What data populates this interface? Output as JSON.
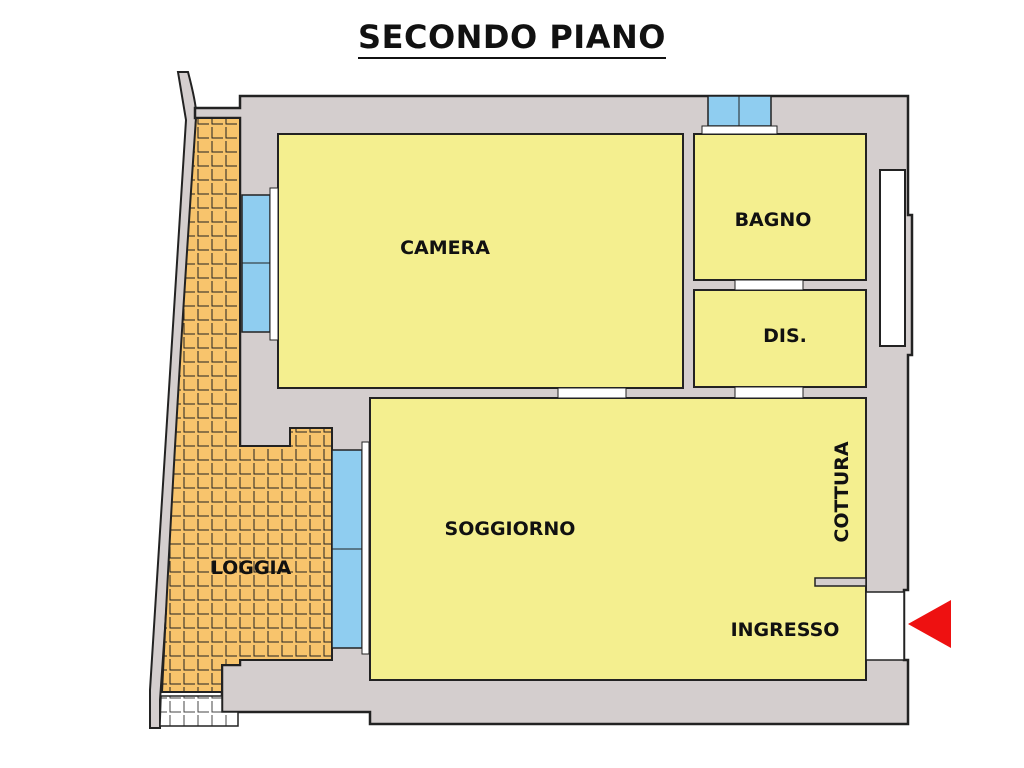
{
  "title": "SECONDO PIANO",
  "rooms": {
    "camera": "CAMERA",
    "bagno": "BAGNO",
    "dis": "DIS.",
    "soggiorno": "SOGGIORNO",
    "cottura": "COTTURA",
    "ingresso": "INGRESSO",
    "loggia": "LOGGIA"
  },
  "colors": {
    "wall": "#d4cece",
    "room": "#f4ef8f",
    "loggia": "#f8c46c",
    "window": "#8fcdf0",
    "entrance_marker": "#ee1111"
  }
}
